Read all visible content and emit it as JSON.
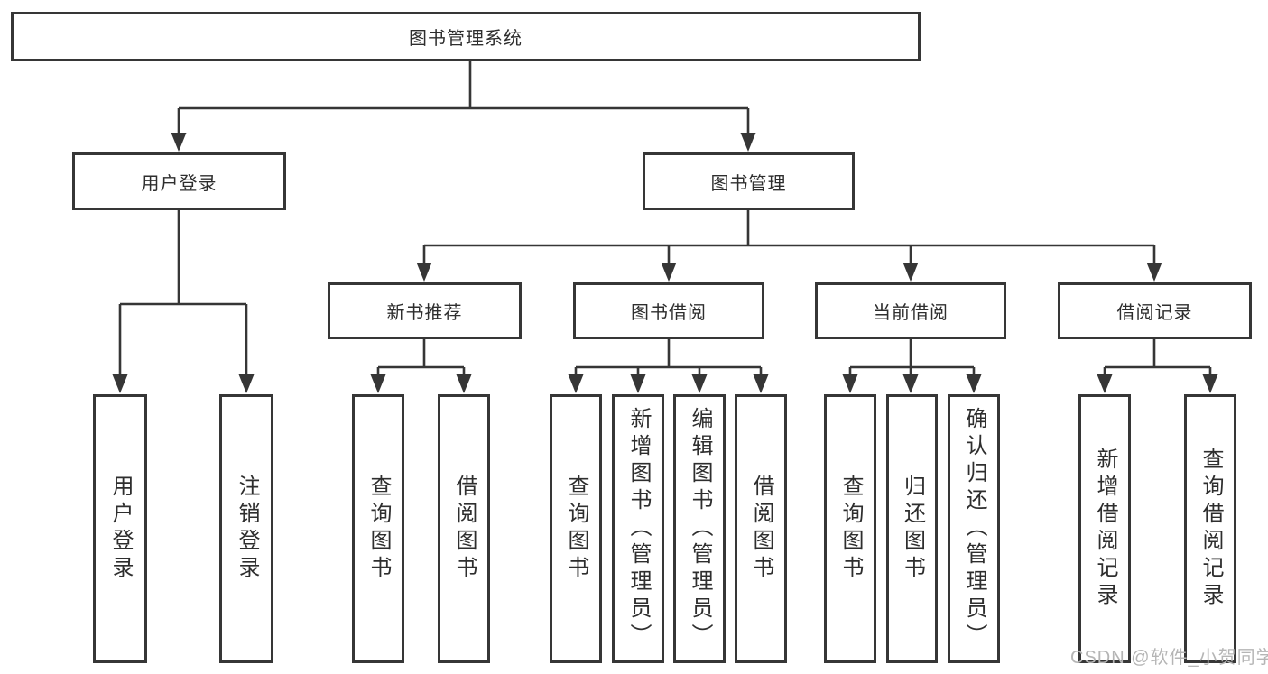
{
  "diagram_title": "图书管理系统",
  "nodes": {
    "root": "图书管理系统",
    "user_login": "用户登录",
    "book_management": "图书管理",
    "new_book_recommend": "新书推荐",
    "book_borrow": "图书借阅",
    "current_borrow": "当前借阅",
    "borrow_records": "借阅记录",
    "leaf_user_login": "用户登录",
    "leaf_logout": "注销登录",
    "leaf_nr_query_books": "查询图书",
    "leaf_nr_borrow_books": "借阅图书",
    "leaf_bb_query_books": "查询图书",
    "leaf_bb_add_book_admin": "新增图书（管理员）",
    "leaf_bb_edit_book_admin": "编辑图书（管理员）",
    "leaf_bb_borrow_books": "借阅图书",
    "leaf_cb_query_books": "查询图书",
    "leaf_cb_return_book": "归还图书",
    "leaf_cb_confirm_return_admin": "确认归还（管理员）",
    "leaf_br_add_record": "新增借阅记录",
    "leaf_br_query_record": "查询借阅记录"
  },
  "watermark": "CSDN @软件_小贺同学",
  "colors": {
    "line": "#363636",
    "text": "#2e2e2e",
    "background": "#ffffff",
    "watermark": "#b5b5b5"
  }
}
